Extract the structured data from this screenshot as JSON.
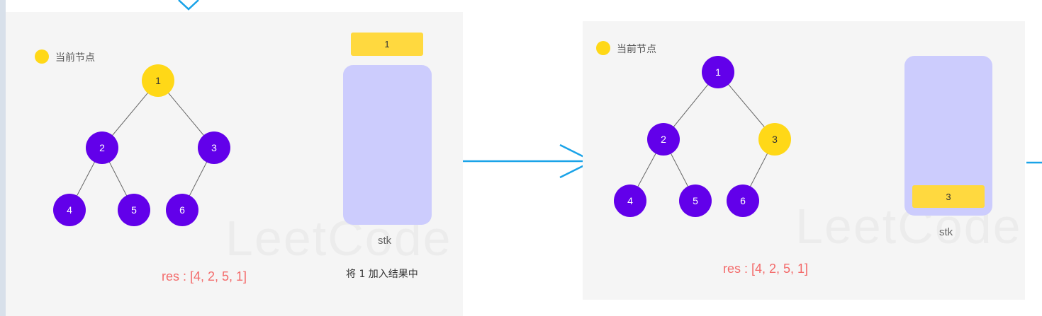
{
  "legend": {
    "label": "当前节点",
    "color": "#ffd817"
  },
  "colors": {
    "node": "#6200ea",
    "current": "#ffd817",
    "stack": "#ccccfd",
    "stack_item": "#ffd93f",
    "res": "#f36b6b",
    "arrow": "#1aa3e8"
  },
  "watermark": "LeetCode",
  "left_panel": {
    "stack_out_item": "1",
    "stack_label": "stk",
    "res": "res : [4, 2, 5, 1]",
    "caption": "将 1 加入结果中",
    "current_node": "1"
  },
  "right_panel": {
    "stack_item": "3",
    "stack_label": "stk",
    "res": "res : [4, 2, 5, 1]",
    "current_node": "3"
  },
  "tree": {
    "nodes": [
      "1",
      "2",
      "3",
      "4",
      "5",
      "6"
    ],
    "edges": [
      [
        "1",
        "2"
      ],
      [
        "1",
        "3"
      ],
      [
        "2",
        "4"
      ],
      [
        "2",
        "5"
      ],
      [
        "3",
        "6"
      ]
    ]
  }
}
